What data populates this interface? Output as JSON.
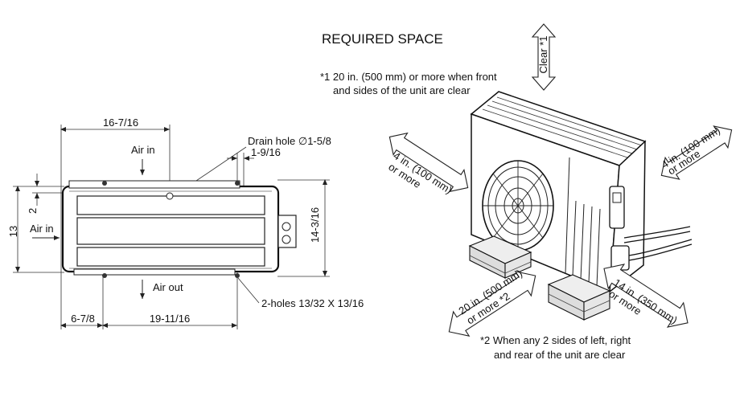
{
  "title": "REQUIRED SPACE",
  "note1": {
    "line1": "*1 20 in. (500 mm) or more when front",
    "line2": "and sides of the unit are clear"
  },
  "note2": {
    "line1": "*2 When any 2 sides of left, right",
    "line2": "and rear of the unit are clear"
  },
  "clearances": {
    "top": "Clear *1",
    "left_line1": "4 in. (100 mm)",
    "left_line2": "or more",
    "right_line1": "4 in. (100 mm)",
    "right_line2": "or more",
    "front_line1": "20 in. (500 mm)",
    "front_line2": "or more *2",
    "side_line1": "14 in. (350 mm)",
    "side_line2": "or more"
  },
  "plan": {
    "dim_top": "16-7/16",
    "drain_hole": "Drain hole ∅1-5/8",
    "dim_drain": "1-9/16",
    "air_in_top": "Air in",
    "air_in_left": "Air in",
    "air_out": "Air out",
    "dim_left_small": "2",
    "dim_left": "13",
    "dim_right": "14-3/16",
    "holes": "2-holes 13/32 X 13/16",
    "dim_bottom_left": "6-7/8",
    "dim_bottom_right": "19-11/16"
  }
}
